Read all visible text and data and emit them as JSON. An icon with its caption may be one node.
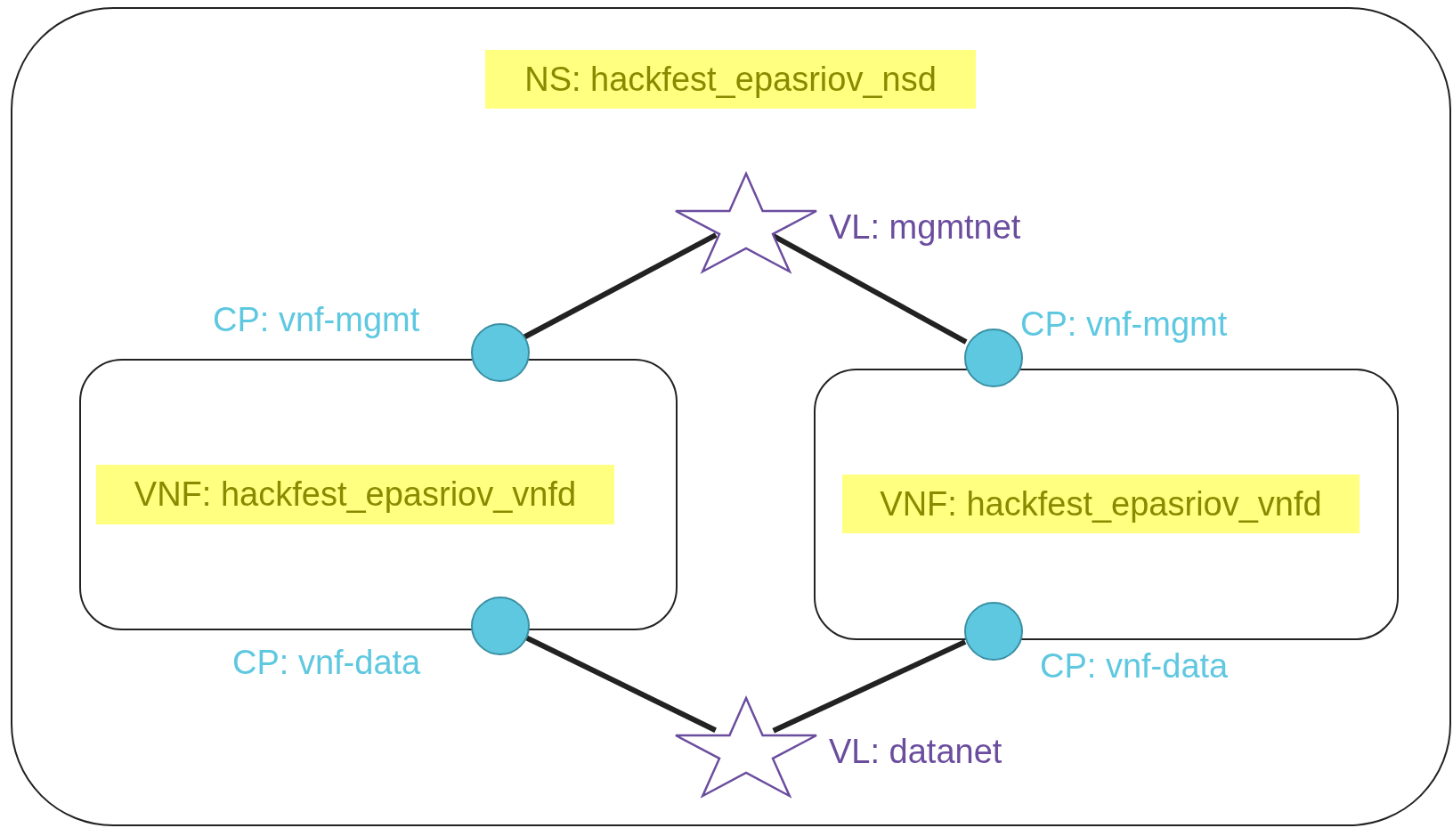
{
  "diagram": {
    "nodes": [
      {
        "text": [
          "NS: hackfest_epasriov_nsd"
        ]
      },
      {
        "text": [],
        "shape": "star",
        "beside": [
          "VL: mgmtnet"
        ],
        "in": 0
      },
      {
        "text": [],
        "shape": "circle",
        "in": 0
      },
      {
        "text": [],
        "shape": "circle",
        "in": 0
      },
      {
        "text": [
          "VNF: hackfest_epasriov_vnfd"
        ],
        "in": 0
      },
      {
        "text": [
          "VNF: hackfest_epasriov_vnfd"
        ],
        "in": 0
      },
      {
        "text": [],
        "shape": "circle",
        "in": 0
      },
      {
        "text": [],
        "shape": "circle",
        "in": 0
      },
      {
        "text": [],
        "shape": "star",
        "beside": [
          "VL: datanet"
        ],
        "in": 0
      }
    ],
    "edges": [
      {
        "from": 2,
        "to": 1,
        "arrow": "none"
      },
      {
        "from": 1,
        "to": 3,
        "arrow": "none"
      },
      {
        "from": 6,
        "to": 8,
        "arrow": "none"
      },
      {
        "from": 8,
        "to": 7,
        "arrow": "none"
      }
    ],
    "labels": [
      "CP: vnf-mgmt",
      "CP: vnf-mgmt",
      "CP: vnf-data",
      "CP: vnf-data"
    ]
  }
}
